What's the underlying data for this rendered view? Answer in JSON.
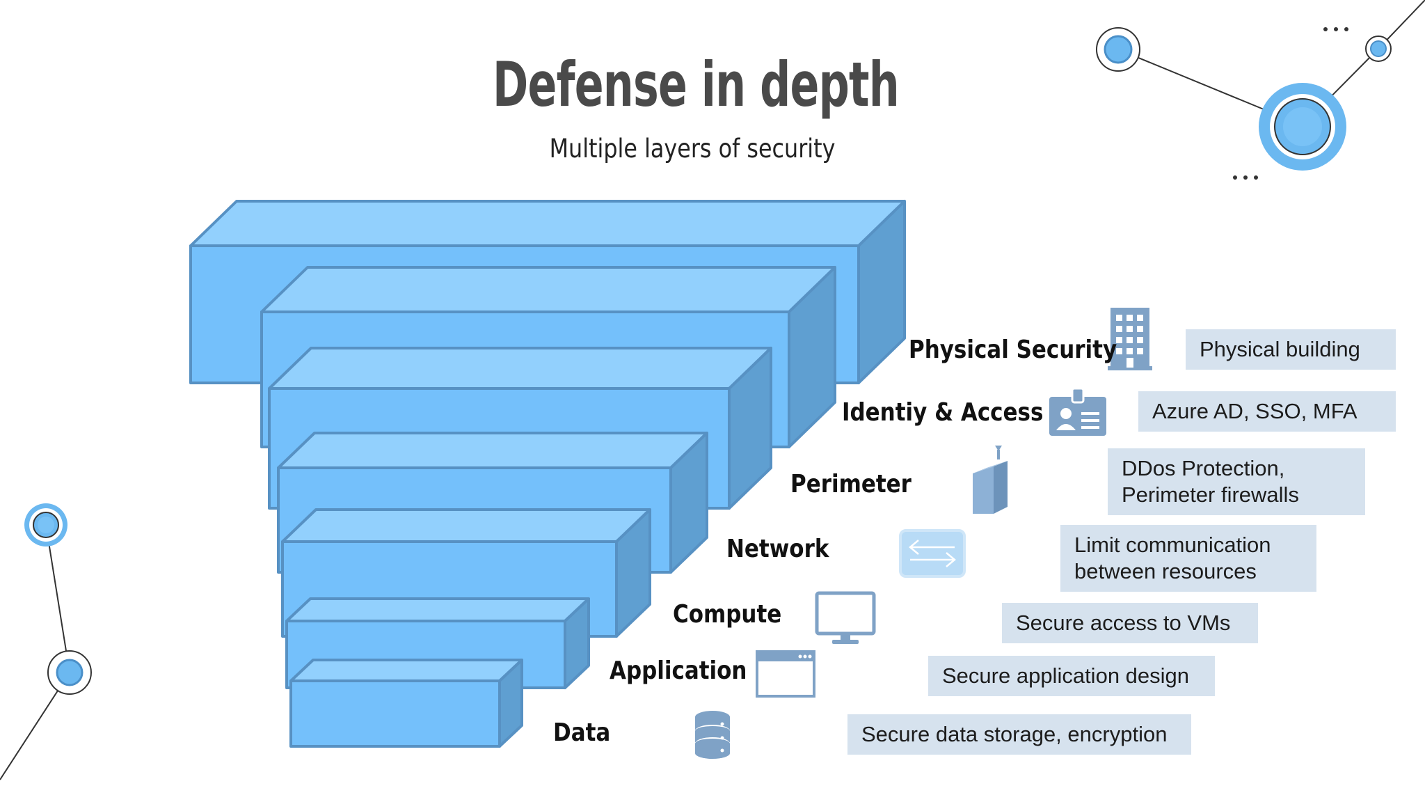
{
  "slide": {
    "title": "Defense in depth",
    "subtitle": "Multiple layers of security"
  },
  "layers": [
    {
      "name": "Physical Security",
      "icon": "building-icon",
      "description": "Physical building"
    },
    {
      "name": "Identiy & Access",
      "icon": "id-badge-icon",
      "description": "Azure AD, SSO, MFA"
    },
    {
      "name": "Perimeter",
      "icon": "firewall-icon",
      "description": "DDos Protection,\nPerimeter firewalls"
    },
    {
      "name": "Network",
      "icon": "network-arrows-icon",
      "description": "Limit communication\nbetween resources"
    },
    {
      "name": "Compute",
      "icon": "monitor-icon",
      "description": "Secure access to VMs"
    },
    {
      "name": "Application",
      "icon": "app-window-icon",
      "description": "Secure application design"
    },
    {
      "name": "Data",
      "icon": "database-icon",
      "description": "Secure data storage, encryption"
    }
  ],
  "colors": {
    "box_front": "#74c0fb",
    "box_top": "#92d0fd",
    "box_side": "#5f9fd1",
    "box_outline": "#5791c3",
    "icon": "#7fa2c6",
    "desc_box": "#d6e2ee",
    "node": "#6bb8f0"
  }
}
